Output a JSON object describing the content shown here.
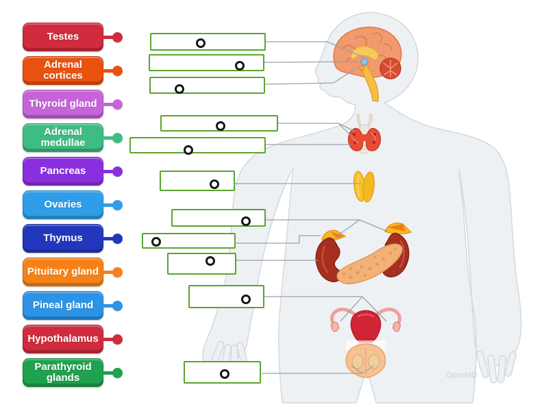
{
  "watermark": "OpenMD",
  "labels": [
    {
      "id": "testes",
      "label": "Testes",
      "color": "#d02c3e"
    },
    {
      "id": "adrenal-cortices",
      "label": "Adrenal cortices",
      "color": "#e8510e"
    },
    {
      "id": "thyroid-gland",
      "label": "Thyroid gland",
      "color": "#c564d9"
    },
    {
      "id": "adrenal-medullae",
      "label": "Adrenal medullae",
      "color": "#3ebc81"
    },
    {
      "id": "pancreas",
      "label": "Pancreas",
      "color": "#8a2fe0"
    },
    {
      "id": "ovaries",
      "label": "Ovaries",
      "color": "#2f9de8"
    },
    {
      "id": "thymus",
      "label": "Thymus",
      "color": "#2337bc"
    },
    {
      "id": "pituitary-gland",
      "label": "Pituitary gland",
      "color": "#f58218"
    },
    {
      "id": "pineal-gland",
      "label": "Pineal gland",
      "color": "#2d93e6"
    },
    {
      "id": "hypothalamus",
      "label": "Hypothalamus",
      "color": "#d02c3e"
    },
    {
      "id": "parathyroid-glands",
      "label": "Parathyroid glands",
      "color": "#20a14e"
    }
  ],
  "slots": {
    "count": 11
  },
  "colors": {
    "slot_border": "#5aa42d",
    "target_ring": "#161616",
    "connector_line": "#9aa0a6",
    "body_fill": "#eef1f4",
    "body_outline": "#d2d8de"
  }
}
